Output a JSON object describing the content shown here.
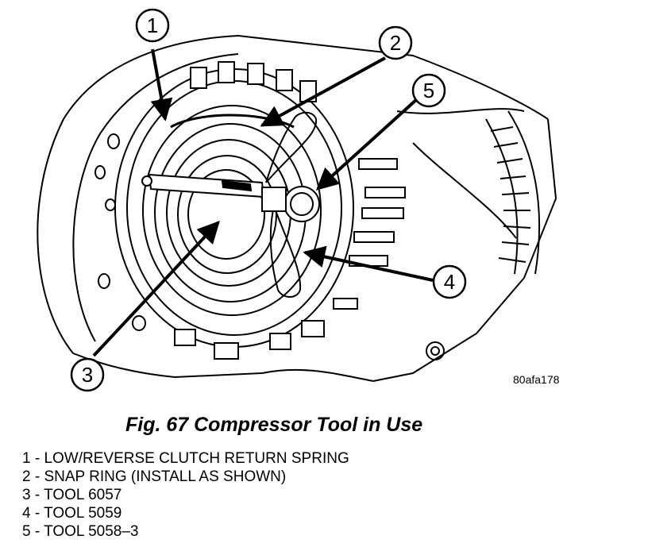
{
  "figure": {
    "reference_code": "80afa178",
    "caption": "Fig. 67 Compressor Tool in Use",
    "callouts": [
      {
        "number": "1"
      },
      {
        "number": "2"
      },
      {
        "number": "3"
      },
      {
        "number": "4"
      },
      {
        "number": "5"
      }
    ]
  },
  "legend": [
    {
      "text": "1 - LOW/REVERSE CLUTCH RETURN SPRING"
    },
    {
      "text": "2 - SNAP RING (INSTALL AS SHOWN)"
    },
    {
      "text": "3 - TOOL 6057"
    },
    {
      "text": "4 - TOOL 5059"
    },
    {
      "text": "5 - TOOL 5058–3"
    }
  ]
}
